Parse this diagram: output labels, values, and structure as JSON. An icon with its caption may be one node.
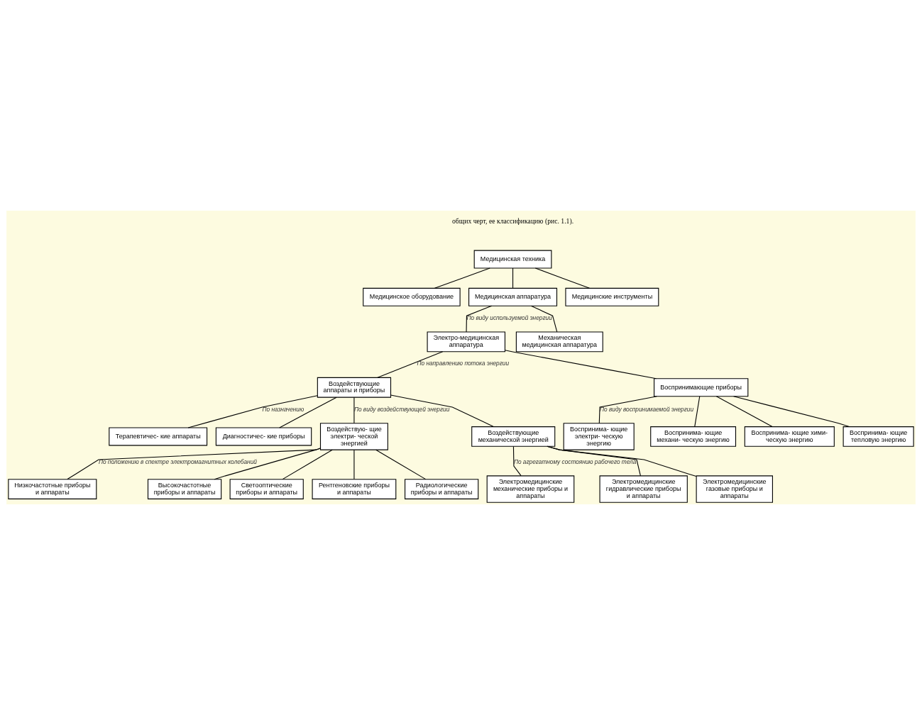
{
  "diagram": {
    "nodes": [
      {
        "text": [
          "Медицинская техника"
        ]
      },
      {
        "text": [
          "Медицинское оборудование"
        ]
      },
      {
        "text": [
          "Медицинская аппаратура"
        ]
      },
      {
        "text": [
          "Медицинские инструменты"
        ]
      },
      {
        "text": [
          "Электро-медицинская аппаратура"
        ]
      },
      {
        "text": [
          "Механическая медицинская аппаратура"
        ]
      },
      {
        "text": [
          "Воздействующие аппараты и приборы"
        ]
      },
      {
        "text": [
          "Воспринимающие приборы"
        ]
      },
      {
        "text": [
          "Терапевтичес- кие аппараты"
        ]
      },
      {
        "text": [
          "Диагностичес- кие приборы"
        ]
      },
      {
        "text": [
          "Воспринима- ющие электри- ческую энергию"
        ]
      },
      {
        "text": [
          "Воспринима- ющие механи- ческую энергию"
        ]
      },
      {
        "text": [
          "Воспринима- ющие хими- ческую энергию"
        ]
      },
      {
        "text": [
          "Воспринима- ющие тепловую энергию"
        ]
      },
      {
        "text": [
          "Воздействую- щие электри- ческой энергией"
        ]
      },
      {
        "text": [
          "Воздействующие механической энергией"
        ]
      },
      {
        "text": [
          "Электромедицинские механические приборы и аппараты"
        ]
      },
      {
        "text": [
          "Электромедицинские гидравлические приборы и аппараты"
        ]
      },
      {
        "text": [
          "Электромедицинские газовые приборы и аппараты"
        ]
      },
      {
        "text": [
          "Низкочастотные приборы и аппараты"
        ]
      },
      {
        "text": [
          "Высокочастотные приборы и аппараты"
        ]
      },
      {
        "text": [
          "Светооптические приборы и аппараты"
        ]
      },
      {
        "text": [
          "Рентгеновские приборы и аппараты"
        ]
      },
      {
        "text": [
          "Радиологические приборы и аппараты"
        ]
      }
    ],
    "edges": [
      {
        "from": 0,
        "to": 1,
        "arrow": "none"
      },
      {
        "from": 0,
        "to": 2,
        "arrow": "none"
      },
      {
        "from": 0,
        "to": 3,
        "arrow": "none"
      },
      {
        "from": 2,
        "to": 4,
        "arrow": "none",
        "label": "По виду используемой энергии"
      },
      {
        "from": 2,
        "to": 5,
        "arrow": "none"
      },
      {
        "from": 4,
        "to": 6,
        "arrow": "none",
        "label": "По направлению потока энергии"
      },
      {
        "from": 4,
        "to": 7,
        "arrow": "none"
      },
      {
        "from": 6,
        "to": 8,
        "arrow": "none",
        "label": "По назначению"
      },
      {
        "from": 6,
        "to": 9,
        "arrow": "none"
      },
      {
        "from": 7,
        "to": 10,
        "arrow": "none",
        "label": "По виду воспринимаемой энергии"
      },
      {
        "from": 7,
        "to": 11,
        "arrow": "none"
      },
      {
        "from": 7,
        "to": 12,
        "arrow": "none"
      },
      {
        "from": 7,
        "to": 13,
        "arrow": "none"
      },
      {
        "from": 6,
        "to": 14,
        "arrow": "none",
        "label": "По виду воздействующей энергии"
      },
      {
        "from": 6,
        "to": 15,
        "arrow": "none"
      },
      {
        "from": 15,
        "to": 16,
        "arrow": "none",
        "label": "По агрегатному состоянию рабочего тела"
      },
      {
        "from": 15,
        "to": 17,
        "arrow": "none"
      },
      {
        "from": 15,
        "to": 18,
        "arrow": "none"
      },
      {
        "from": 14,
        "to": 19,
        "arrow": "none",
        "label": "По положению в спектре электромагнитных колебаний"
      },
      {
        "from": 14,
        "to": 20,
        "arrow": "none"
      },
      {
        "from": 14,
        "to": 21,
        "arrow": "none"
      },
      {
        "from": 14,
        "to": 22,
        "arrow": "none"
      },
      {
        "from": 14,
        "to": 23,
        "arrow": "none"
      }
    ],
    "labels": [
      "общих черт, ее классификацию (рис. 1.1)."
    ]
  }
}
